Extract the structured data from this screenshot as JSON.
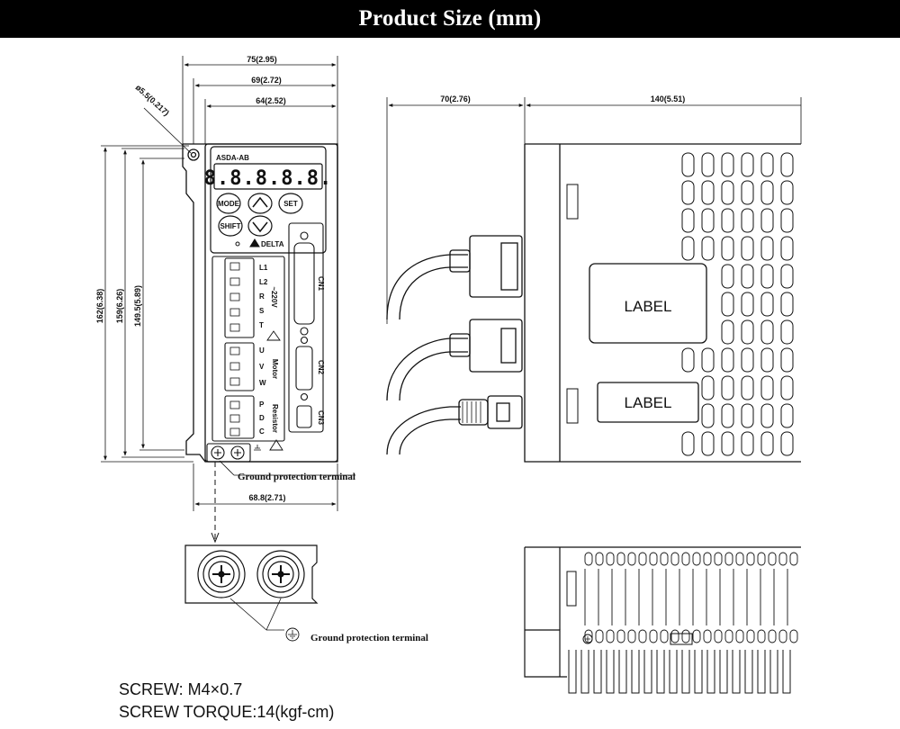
{
  "header": {
    "title": "Product Size (mm)"
  },
  "front_view": {
    "width_dims": [
      "75(2.95)",
      "69(2.72)",
      "64(2.52)"
    ],
    "height_dims": [
      "162(6.38)",
      "159(6.26)",
      "149.5(5.89)"
    ],
    "hole_dim": "ø5.5(0.217)",
    "bottom_dim": "68.8(2.71)",
    "ground_label": "Ground protection terminal",
    "panel": {
      "brand": "ASDA-AB",
      "display": "8.8.8.8.8.",
      "buttons": [
        "MODE",
        "SET",
        "SHIFT"
      ],
      "logo": "DELTA",
      "power_terminals": [
        "L1",
        "L2",
        "R",
        "S",
        "T"
      ],
      "voltage": "~220V",
      "motor_terminals": [
        "U",
        "V",
        "W"
      ],
      "motor_label": "Motor",
      "resistor_terminals": [
        "P",
        "D",
        "C"
      ],
      "resistor_label": "Resistor",
      "connectors": [
        "CN1",
        "CN2",
        "CN3"
      ]
    }
  },
  "side_view": {
    "depth_dims": [
      "70(2.76)",
      "140(5.51)"
    ],
    "labels": [
      "LABEL",
      "LABEL"
    ]
  },
  "detail": {
    "ground_label": "Ground protection terminal"
  },
  "notes": {
    "screw": "SCREW: M4×0.7",
    "torque": "SCREW TORQUE:14(kgf-cm)"
  }
}
